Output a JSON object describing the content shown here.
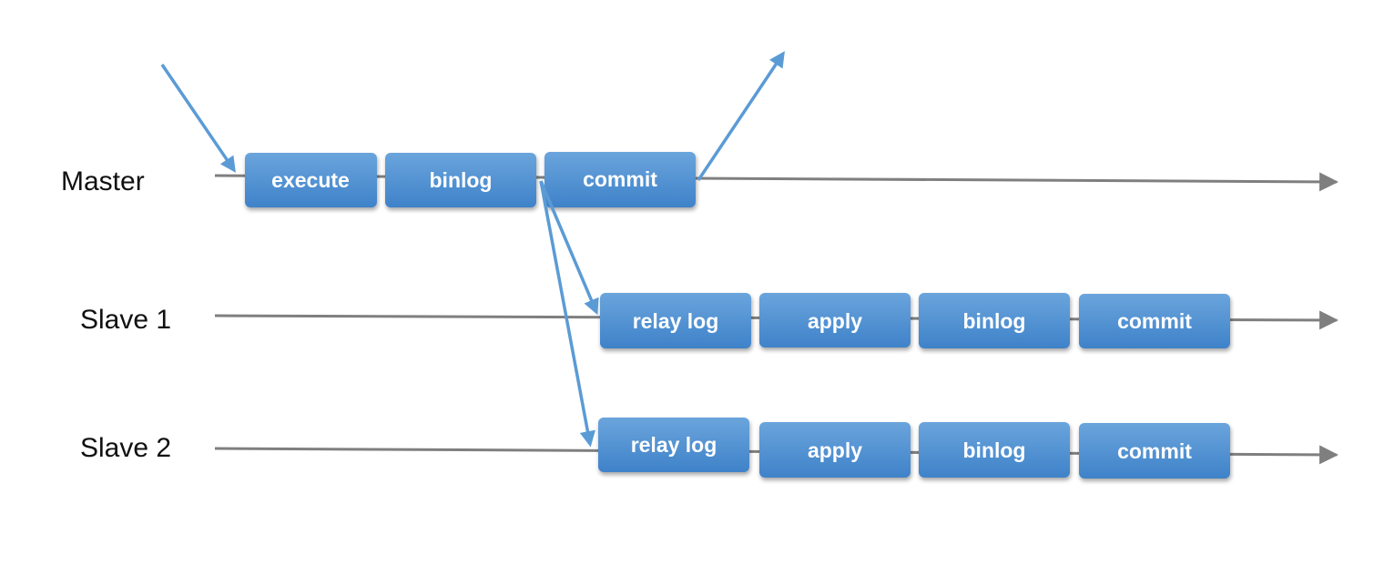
{
  "rows": [
    {
      "label": "Master",
      "steps": [
        "execute",
        "binlog",
        "commit"
      ]
    },
    {
      "label": "Slave 1",
      "steps": [
        "relay log",
        "apply",
        "binlog",
        "commit"
      ]
    },
    {
      "label": "Slave 2",
      "steps": [
        "relay log",
        "apply",
        "binlog",
        "commit"
      ]
    }
  ],
  "colors": {
    "box_top": "#6aa4dc",
    "box_bottom": "#3f82c9",
    "timeline": "#7f7f7f",
    "flow_arrow": "#5b9bd5",
    "label_text": "#111111",
    "step_text": "#ffffff"
  }
}
